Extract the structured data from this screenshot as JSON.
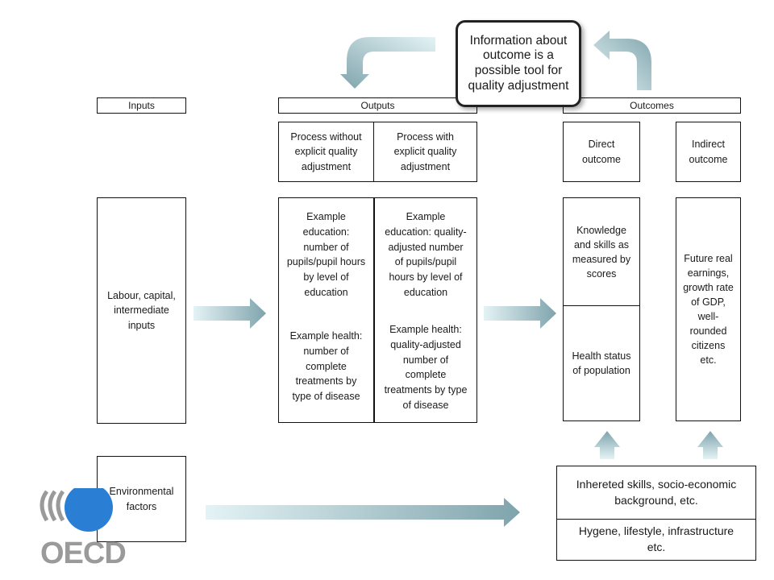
{
  "callout": {
    "lines": [
      "Information about",
      "outcome is a",
      "possible tool for",
      "quality adjustment"
    ]
  },
  "headers": {
    "inputs": "Inputs",
    "outputs": "Outputs",
    "outcomes": "Outcomes"
  },
  "outputs": {
    "process_without": [
      "Process without",
      "explicit quality",
      "adjustment"
    ],
    "process_with": [
      "Process with",
      "explicit quality",
      "adjustment"
    ],
    "left_education": [
      "Example",
      "education:",
      "number of",
      "pupils/pupil hours",
      "by level of",
      "education"
    ],
    "left_health": [
      "Example health:",
      "number of",
      "complete",
      "treatments by",
      "type of disease"
    ],
    "right_education": [
      "Example",
      "education: quality-",
      "adjusted number",
      "of pupils/pupil",
      "hours by level of",
      "education"
    ],
    "right_health": [
      "Example health:",
      "quality-adjusted",
      "number of",
      "complete",
      "treatments by type",
      "of disease"
    ]
  },
  "inputs": {
    "main": [
      "Labour, capital,",
      "intermediate",
      "inputs"
    ],
    "environmental": [
      "Environmental",
      "factors"
    ]
  },
  "outcomes": {
    "direct": [
      "Direct",
      "outcome"
    ],
    "indirect": [
      "Indirect",
      "outcome"
    ],
    "knowledge": [
      "Knowledge",
      "and skills as",
      "measured by",
      "scores"
    ],
    "health_status": [
      "Health status",
      "of population"
    ],
    "future": [
      "Future real",
      "earnings,",
      "growth rate",
      "of GDP,",
      "well-",
      "rounded",
      "citizens",
      "etc."
    ]
  },
  "factors": {
    "inherited": [
      "Inhereted skills, socio-economic",
      "background, etc."
    ],
    "hygiene": [
      "Hygene, lifestyle, infrastructure",
      "etc."
    ]
  },
  "logo": {
    "text": "OECD",
    "colors": {
      "gray": "#9a9a9a",
      "blue": "#2a7fd4"
    }
  },
  "colors": {
    "arrow_light": "#dff0f2",
    "arrow_dark": "#7fa4ac"
  }
}
